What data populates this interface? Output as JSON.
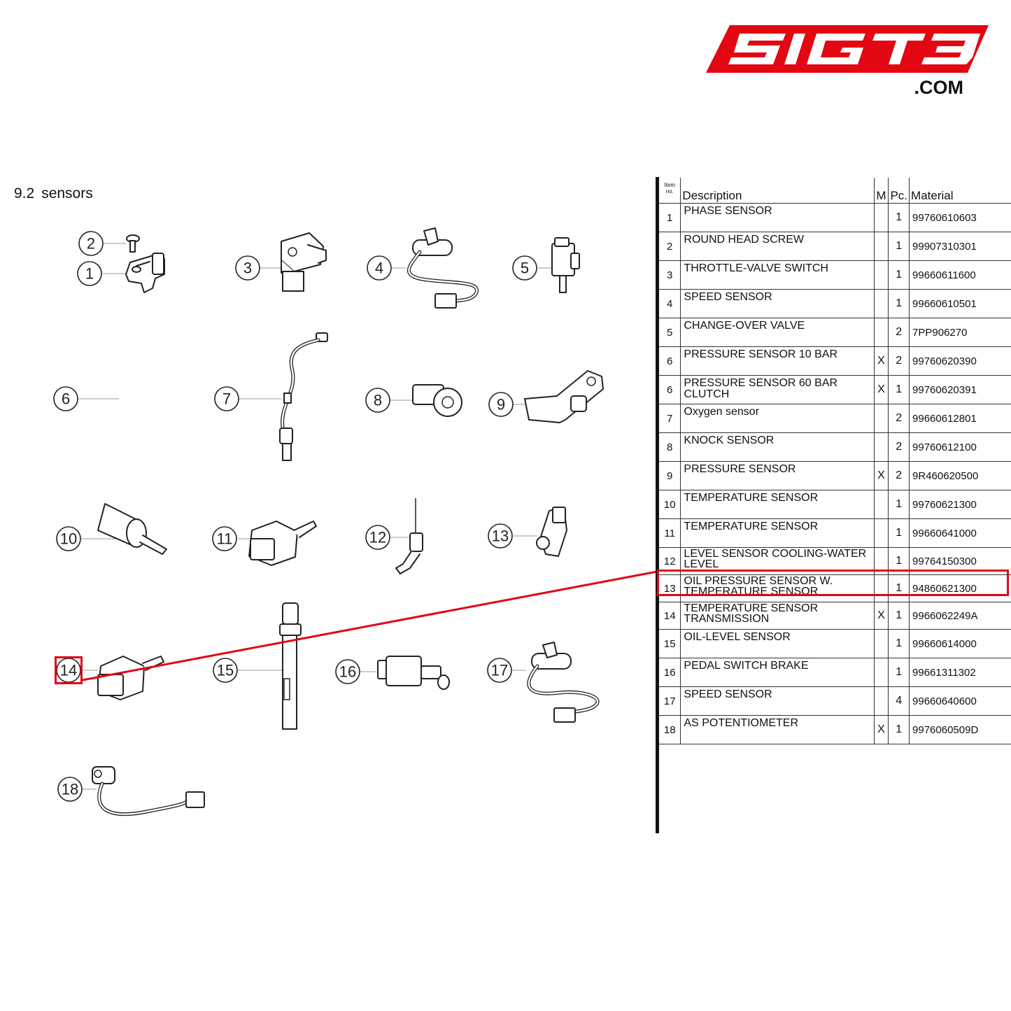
{
  "brand": {
    "logo_text": "SIGT3",
    "domain_suffix": ".COM",
    "color": "#e30613"
  },
  "section": {
    "number": "9.2",
    "title": "sensors"
  },
  "callouts": [
    "1",
    "2",
    "3",
    "4",
    "5",
    "6",
    "7",
    "8",
    "9",
    "10",
    "11",
    "12",
    "13",
    "14",
    "15",
    "16",
    "17",
    "18"
  ],
  "highlight": {
    "item": "14",
    "color": "#e30613"
  },
  "table": {
    "headers": {
      "item": "Item no.",
      "description": "Description",
      "m": "M",
      "pc": "Pc.",
      "material": "Material"
    },
    "rows": [
      {
        "item": "1",
        "desc": "PHASE SENSOR",
        "m": "",
        "pc": "1",
        "material": "99760610603"
      },
      {
        "item": "2",
        "desc": "ROUND HEAD SCREW",
        "m": "",
        "pc": "1",
        "material": "99907310301"
      },
      {
        "item": "3",
        "desc": "THROTTLE-VALVE SWITCH",
        "m": "",
        "pc": "1",
        "material": "99660611600"
      },
      {
        "item": "4",
        "desc": "SPEED SENSOR",
        "m": "",
        "pc": "1",
        "material": "99660610501"
      },
      {
        "item": "5",
        "desc": "CHANGE-OVER VALVE",
        "m": "",
        "pc": "2",
        "material": "7PP906270"
      },
      {
        "item": "6",
        "desc": "PRESSURE SENSOR 10 BAR",
        "m": "X",
        "pc": "2",
        "material": "99760620390"
      },
      {
        "item": "6",
        "desc": "PRESSURE SENSOR 60 BAR CLUTCH",
        "m": "X",
        "pc": "1",
        "material": "99760620391"
      },
      {
        "item": "7",
        "desc": "Oxygen sensor",
        "m": "",
        "pc": "2",
        "material": "99660612801"
      },
      {
        "item": "8",
        "desc": "KNOCK SENSOR",
        "m": "",
        "pc": "2",
        "material": "99760612100"
      },
      {
        "item": "9",
        "desc": "PRESSURE SENSOR",
        "m": "X",
        "pc": "2",
        "material": "9R460620500"
      },
      {
        "item": "10",
        "desc": "TEMPERATURE SENSOR",
        "m": "",
        "pc": "1",
        "material": "99760621300"
      },
      {
        "item": "11",
        "desc": "TEMPERATURE SENSOR",
        "m": "",
        "pc": "1",
        "material": "99660641000"
      },
      {
        "item": "12",
        "desc": "LEVEL SENSOR COOLING-WATER LEVEL",
        "m": "",
        "pc": "1",
        "material": "99764150300"
      },
      {
        "item": "13",
        "desc": "OIL PRESSURE SENSOR W. TEMPERATURE SENSOR",
        "m": "",
        "pc": "1",
        "material": "94860621300"
      },
      {
        "item": "14",
        "desc": "TEMPERATURE SENSOR TRANSMISSION",
        "m": "X",
        "pc": "1",
        "material": "9966062249A"
      },
      {
        "item": "15",
        "desc": "OIL-LEVEL SENSOR",
        "m": "",
        "pc": "1",
        "material": "99660614000"
      },
      {
        "item": "16",
        "desc": "PEDAL SWITCH BRAKE",
        "m": "",
        "pc": "1",
        "material": "99661311302"
      },
      {
        "item": "17",
        "desc": "SPEED SENSOR",
        "m": "",
        "pc": "4",
        "material": "99660640600"
      },
      {
        "item": "18",
        "desc": "AS POTENTIOMETER",
        "m": "X",
        "pc": "1",
        "material": "9976060509D"
      }
    ]
  }
}
